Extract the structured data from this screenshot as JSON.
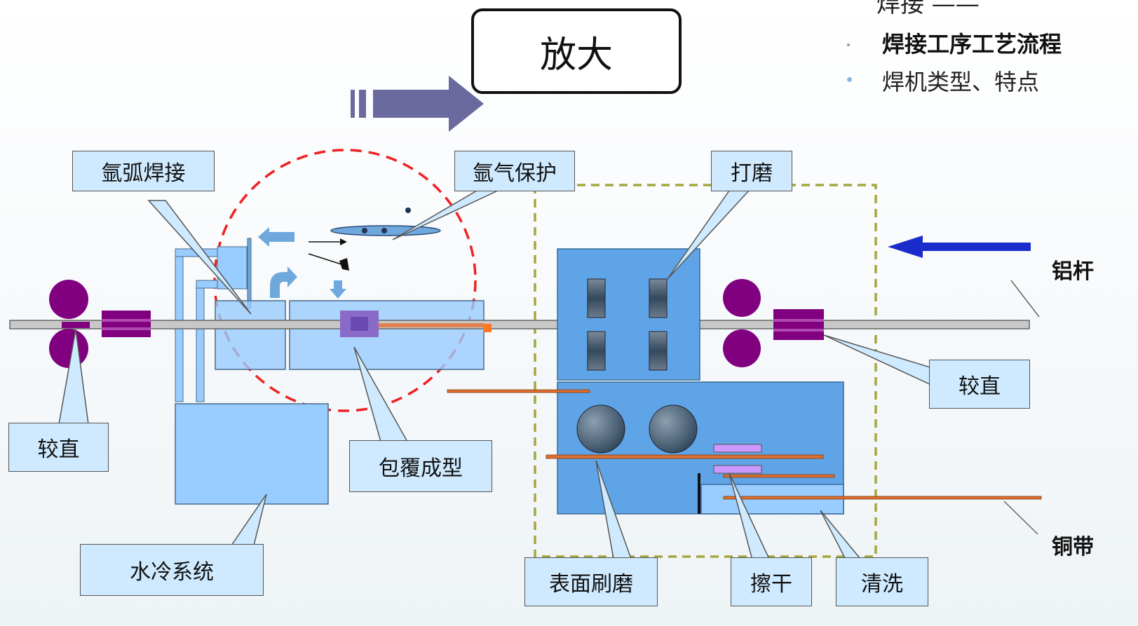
{
  "header": {
    "zoom_label": "放大",
    "partial_title": "焊接 ——"
  },
  "menu": {
    "items": [
      {
        "label": "焊接工序工艺流程",
        "active": true
      },
      {
        "label": "焊机类型、特点",
        "active": false
      }
    ]
  },
  "labels": {
    "argon_arc_welding": "氩弧焊接",
    "argon_protection": "氩气保护",
    "grinding": "打磨",
    "straighten_left": "较直",
    "straighten_right": "较直",
    "cladding_forming": "包覆成型",
    "water_cooling": "水冷系统",
    "surface_brushing": "表面刷磨",
    "wipe_dry": "擦干",
    "cleaning": "清洗",
    "aluminum_rod": "铝杆",
    "copper_strip": "铜带"
  },
  "colors": {
    "machine_blue": "#5fa4e6",
    "light_blue": "#99ccff",
    "callout_fill": "#cfeaff",
    "roller_purple": "#800080",
    "strip_orange": "#e07030",
    "dashed_red": "#ee2222",
    "dashed_olive": "#a6a640",
    "arrow_navy": "#1a2ccc",
    "arrow_purple": "#6a6a9e"
  }
}
